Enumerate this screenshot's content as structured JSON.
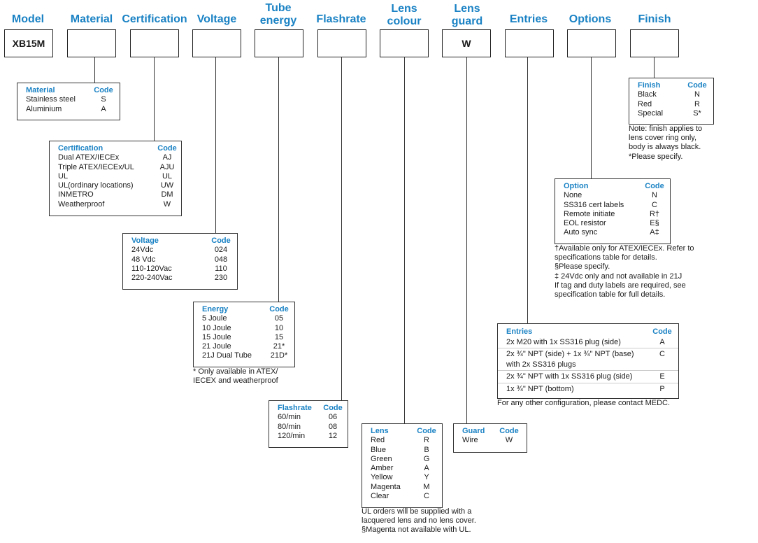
{
  "headers": {
    "model": "Model",
    "material": "Material",
    "certification": "Certification",
    "voltage": "Voltage",
    "tube_energy": "Tube\nenergy",
    "flashrate": "Flashrate",
    "lens_colour": "Lens\ncolour",
    "lens_guard": "Lens\nguard",
    "entries": "Entries",
    "options": "Options",
    "finish": "Finish"
  },
  "fields": {
    "model_value": "XB15M",
    "lens_guard_value": "W"
  },
  "material_table": {
    "head": "Material",
    "code": "Code",
    "rows": [
      {
        "label": "Stainless steel",
        "code": "S"
      },
      {
        "label": "Aluminium",
        "code": "A"
      }
    ]
  },
  "certification_table": {
    "head": "Certification",
    "code": "Code",
    "rows": [
      {
        "label": "Dual ATEX/IECEx",
        "code": "AJ"
      },
      {
        "label": "Triple ATEX/IECEx/UL",
        "code": "AJU"
      },
      {
        "label": "UL",
        "code": "UL"
      },
      {
        "label": "UL(ordinary locations)",
        "code": "UW"
      },
      {
        "label": "INMETRO",
        "code": "DM"
      },
      {
        "label": "Weatherproof",
        "code": "W"
      }
    ]
  },
  "voltage_table": {
    "head": "Voltage",
    "code": "Code",
    "rows": [
      {
        "label": "24Vdc",
        "code": "024"
      },
      {
        "label": "48 Vdc",
        "code": "048"
      },
      {
        "label": "110-120Vac",
        "code": "110"
      },
      {
        "label": "220-240Vac",
        "code": "230"
      }
    ]
  },
  "energy_table": {
    "head": "Energy",
    "code": "Code",
    "rows": [
      {
        "label": "5 Joule",
        "code": "05"
      },
      {
        "label": "10 Joule",
        "code": "10"
      },
      {
        "label": "15 Joule",
        "code": "15"
      },
      {
        "label": "21 Joule",
        "code": "21*"
      },
      {
        "label": "21J Dual Tube",
        "code": "21D*"
      }
    ],
    "note": [
      "* Only available in ATEX/",
      "IECEX and weatherproof"
    ]
  },
  "flashrate_table": {
    "head": "Flashrate",
    "code": "Code",
    "rows": [
      {
        "label": "60/min",
        "code": "06"
      },
      {
        "label": "80/min",
        "code": "08"
      },
      {
        "label": "120/min",
        "code": "12"
      }
    ]
  },
  "lens_table": {
    "head": "Lens",
    "code": "Code",
    "rows": [
      {
        "label": "Red",
        "code": "R"
      },
      {
        "label": "Blue",
        "code": "B"
      },
      {
        "label": "Green",
        "code": "G"
      },
      {
        "label": "Amber",
        "code": "A"
      },
      {
        "label": "Yellow",
        "code": "Y"
      },
      {
        "label": "Magenta",
        "code": "M"
      },
      {
        "label": "Clear",
        "code": "C"
      }
    ],
    "note": [
      "UL orders will be supplied with a",
      "lacquered lens and no lens cover.",
      "§Magenta not available with UL."
    ]
  },
  "guard_table": {
    "head": "Guard",
    "code": "Code",
    "rows": [
      {
        "label": "Wire",
        "code": "W"
      }
    ]
  },
  "entries_table": {
    "head": "Entries",
    "code": "Code",
    "rows": [
      {
        "label": "2x M20 with 1x SS316 plug (side)",
        "code": "A"
      },
      {
        "label": "2x ¾\" NPT (side) + 1x ¾\" NPT (base)",
        "label2": "with 2x SS316 plugs",
        "code": "C"
      },
      {
        "label": "2x ¾\" NPT with 1x SS316 plug (side)",
        "code": "E"
      },
      {
        "label": "1x ¾\" NPT (bottom)",
        "code": "P"
      }
    ],
    "note": [
      "For any other configuration, please contact MEDC."
    ]
  },
  "option_table": {
    "head": "Option",
    "code": "Code",
    "rows": [
      {
        "label": "None",
        "code": "N"
      },
      {
        "label": "SS316 cert labels",
        "code": "C"
      },
      {
        "label": "Remote initiate",
        "code": "R†"
      },
      {
        "label": "EOL resistor",
        "code": "E§"
      },
      {
        "label": "Auto sync",
        "code": "A‡"
      }
    ],
    "note": [
      "†Available only for ATEX/IECEx. Refer to",
      "specifications table for details.",
      "§Please specify.",
      "‡ 24Vdc only and not available in 21J",
      "If tag and duty labels are required, see",
      "specification table for full details."
    ]
  },
  "finish_table": {
    "head": "Finish",
    "code": "Code",
    "rows": [
      {
        "label": "Black",
        "code": "N"
      },
      {
        "label": "Red",
        "code": "R"
      },
      {
        "label": "Special",
        "code": "S*"
      }
    ],
    "note": [
      "Note: finish applies to",
      "lens cover ring only,",
      "body is always black.",
      "*Please specify."
    ]
  },
  "colors": {
    "accent": "#1a82c4",
    "line": "#333333"
  }
}
